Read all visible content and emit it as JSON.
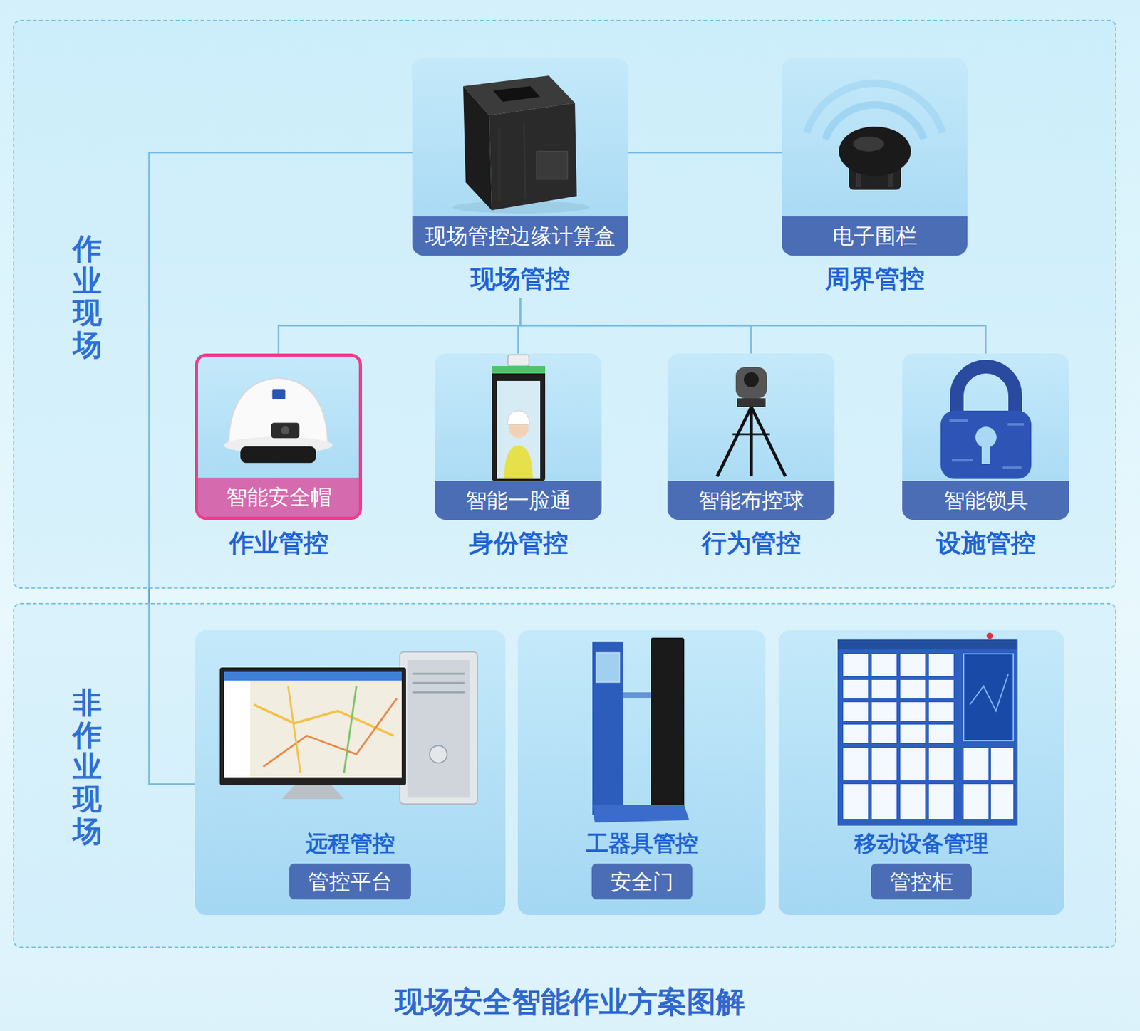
{
  "diagram": {
    "title": "现场安全智能作业方案图解",
    "nodes": [
      {
        "text": [
          "作业现场"
        ]
      },
      {
        "text": [
          "现场管控边缘计算盒",
          "现场管控"
        ],
        "in": 0
      },
      {
        "text": [
          "电子围栏",
          "周界管控"
        ],
        "in": 0
      },
      {
        "text": [
          "智能安全帽",
          "作业管控"
        ],
        "in": 0
      },
      {
        "text": [
          "智能一脸通",
          "身份管控"
        ],
        "in": 0
      },
      {
        "text": [
          "智能布控球",
          "行为管控"
        ],
        "in": 0
      },
      {
        "text": [
          "智能锁具",
          "设施管控"
        ],
        "in": 0
      },
      {
        "text": [
          "非作业现场"
        ]
      },
      {
        "text": [
          "远程管控",
          "管控平台"
        ],
        "in": 7
      },
      {
        "text": [
          "工器具管控",
          "安全门"
        ],
        "in": 7
      },
      {
        "text": [
          "移动设备管理",
          "管控柜"
        ],
        "in": 7
      }
    ],
    "edges": [
      {
        "from": 1,
        "to": 2,
        "arrow": "none"
      },
      {
        "from": 1,
        "to": 3,
        "arrow": "none"
      },
      {
        "from": 1,
        "to": 4,
        "arrow": "none"
      },
      {
        "from": 1,
        "to": 5,
        "arrow": "none"
      },
      {
        "from": 1,
        "to": 6,
        "arrow": "none"
      },
      {
        "from": 1,
        "to": 8,
        "arrow": "none"
      }
    ]
  }
}
